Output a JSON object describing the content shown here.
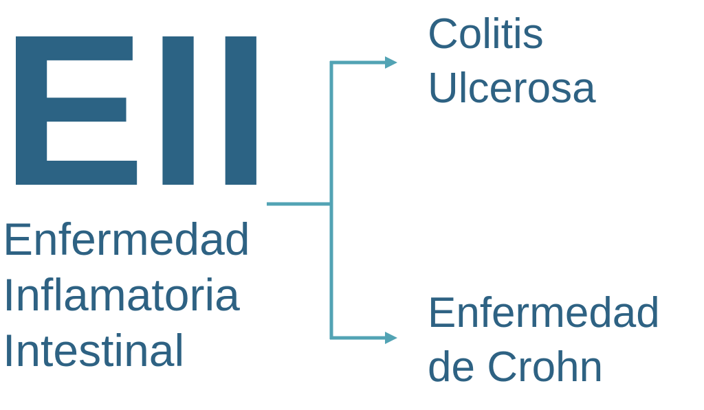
{
  "colors": {
    "text": "#2e6283",
    "abbreviation": "#2c6384",
    "connector": "#52a3b4"
  },
  "root": {
    "abbreviation": "EII",
    "name_lines": [
      "Enfermedad",
      "Inflamatoria",
      "Intestinal"
    ]
  },
  "branches": [
    {
      "lines": [
        "Colitis",
        "Ulcerosa"
      ]
    },
    {
      "lines": [
        "Enfermedad",
        "de Crohn"
      ]
    }
  ]
}
